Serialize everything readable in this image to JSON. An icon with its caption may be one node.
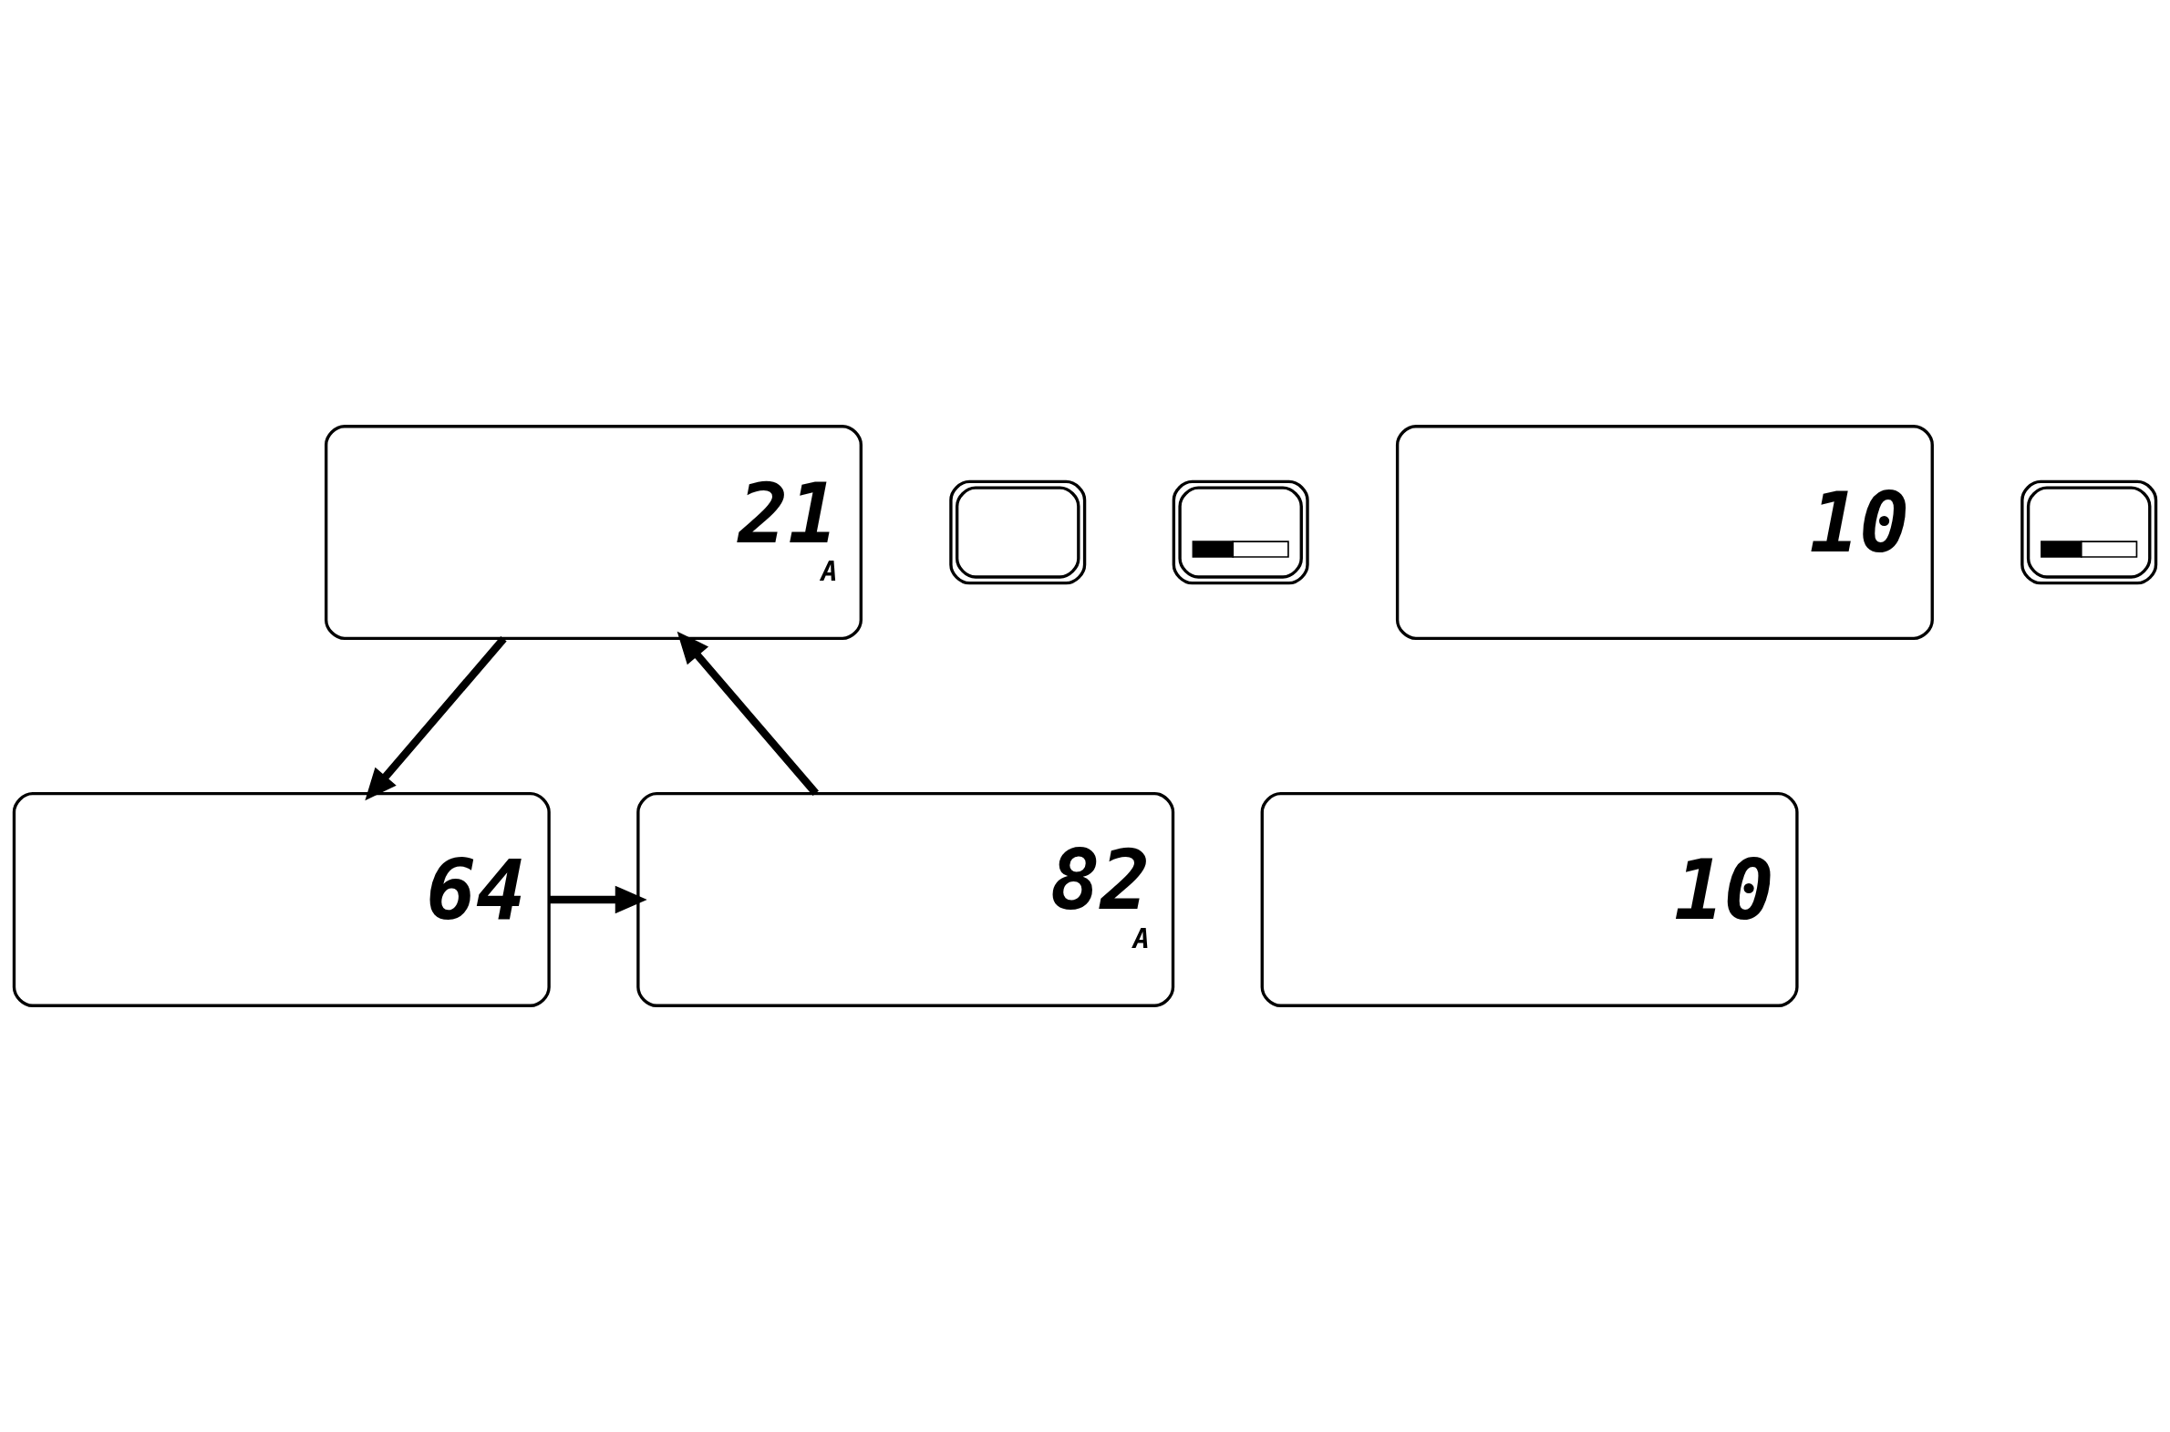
{
  "diagram": {
    "nodes": [
      {
        "text": [
          "21",
          "A"
        ]
      },
      {
        "text": [],
        "shape": "box"
      },
      {
        "text": [],
        "shape": "box"
      },
      {
        "text": [
          "82",
          "A"
        ]
      },
      {
        "text": [
          "64"
        ]
      },
      {
        "text": [
          "10"
        ]
      },
      {
        "text": [],
        "shape": "box"
      },
      {
        "text": [
          "10"
        ]
      }
    ],
    "edges": [
      {
        "from": 0,
        "to": 4,
        "arrow": "to"
      },
      {
        "from": 4,
        "to": 3,
        "arrow": "to"
      },
      {
        "from": 3,
        "to": 0,
        "arrow": "to"
      }
    ]
  }
}
